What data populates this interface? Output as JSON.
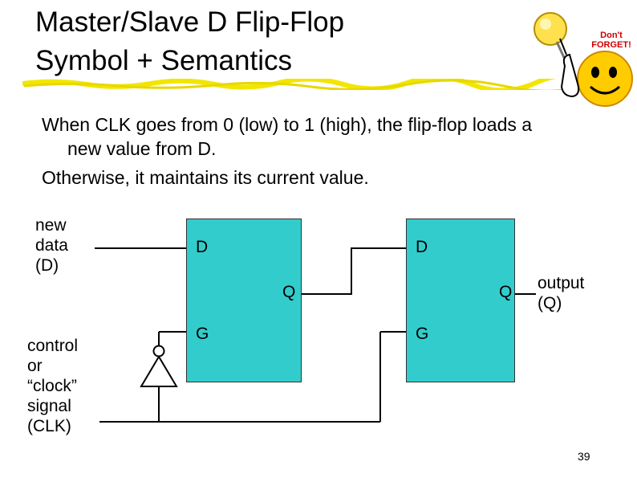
{
  "slide": {
    "title_line1": "Master/Slave D Flip-Flop",
    "title_line2": "Symbol + Semantics",
    "bullet1_line1": "When CLK goes from 0 (low) to 1 (high), the flip-flop loads a",
    "bullet1_line2": "new value from D.",
    "bullet2": "Otherwise, it maintains its current value.",
    "page_number": "39"
  },
  "sticker": {
    "text_line1": "Don't",
    "text_line2": "FORGET!",
    "icon": "smiley-pushpin-icon",
    "accent": "#ffcc00",
    "text_color": "#cc0000"
  },
  "diagram": {
    "input_label_line1": "new",
    "input_label_line2": "data",
    "input_label_line3": "(D)",
    "clock_label_line1": "control",
    "clock_label_line2": "or",
    "clock_label_line3": "“clock”",
    "clock_label_line4": "signal",
    "clock_label_line5": "(CLK)",
    "output_label_line1": "output",
    "output_label_line2": "(Q)",
    "latch_color": "#33cccc",
    "master": {
      "d_pin": "D",
      "q_pin": "Q",
      "g_pin": "G"
    },
    "slave": {
      "d_pin": "D",
      "q_pin": "Q",
      "g_pin": "G"
    }
  }
}
